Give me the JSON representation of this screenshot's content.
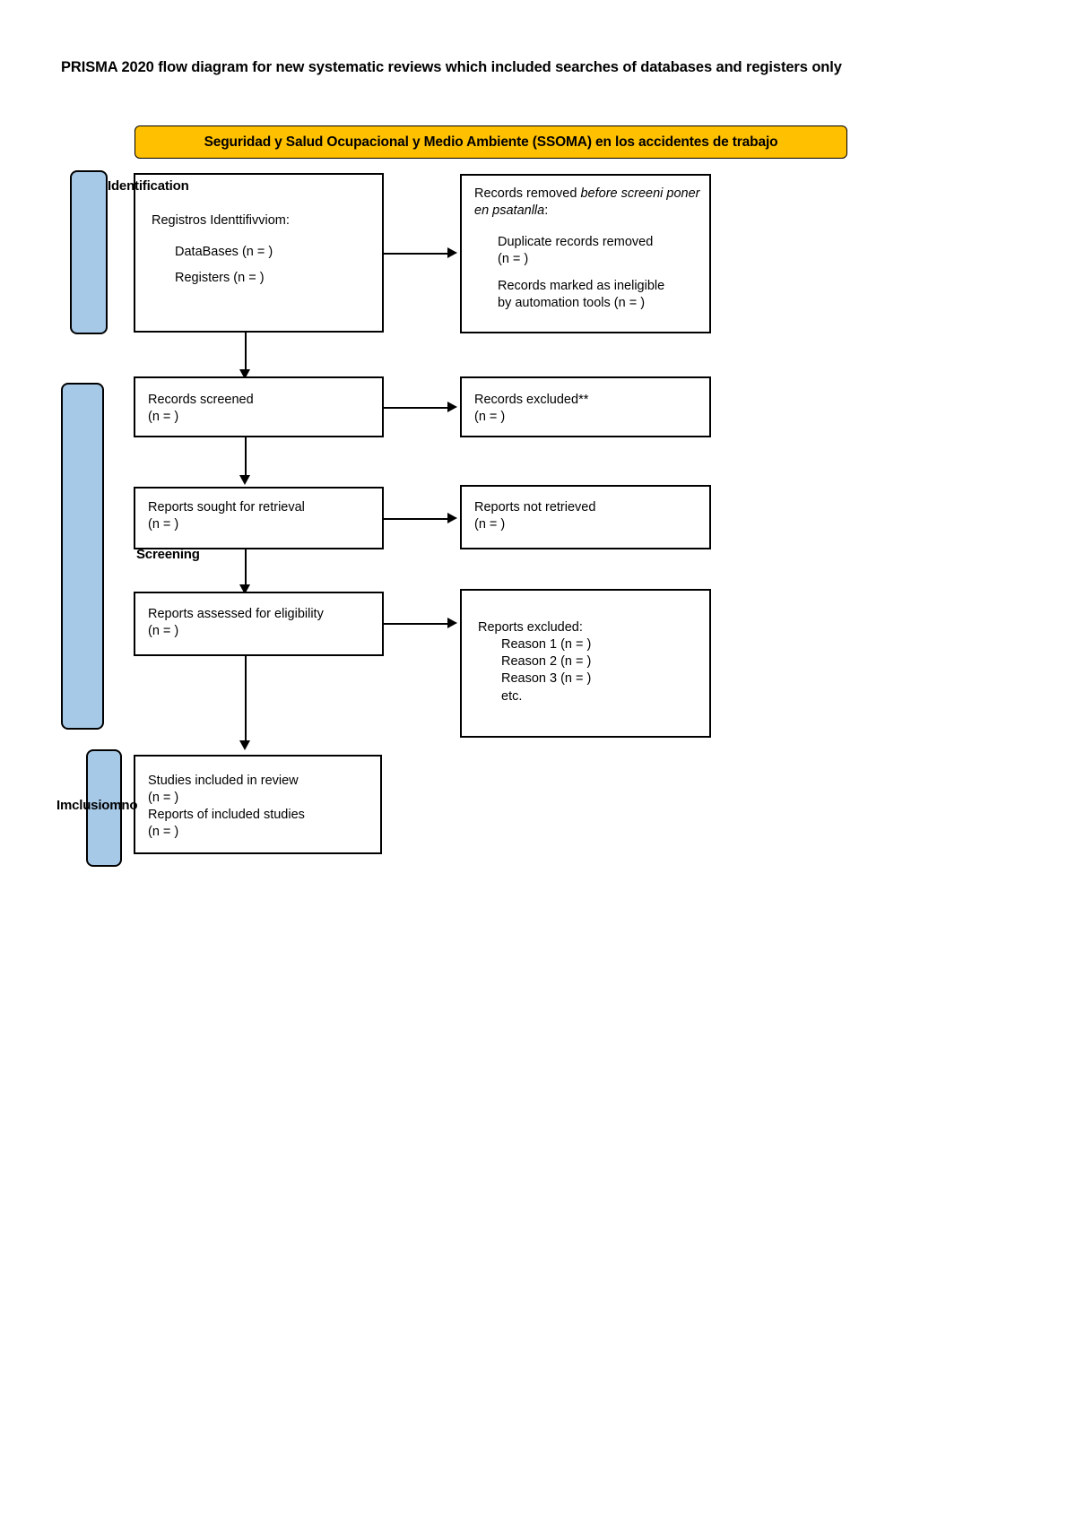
{
  "document": {
    "title": "PRISMA 2020 flow diagram for new systematic reviews which included searches of databases and registers only"
  },
  "banner": {
    "text": "Seguridad y Salud Ocupacional y Medio Ambiente (SSOMA) en los accidentes de trabajo",
    "fill_color": "#FFC000",
    "border_color": "#000000"
  },
  "stages": {
    "identification": "Identification",
    "screening": "Screening",
    "included": "Imclusiomno",
    "bar_color": "#A6C9E8"
  },
  "boxes": {
    "identification_main": {
      "line1": "Registros Identtifivviom:",
      "line2": "DataBases (n = )",
      "line3": "Registers (n = )"
    },
    "records_removed": {
      "heading_plain": "Records removed ",
      "heading_italic": "before screeni poner en psatanlla",
      "heading_colon": ":",
      "item1_line1": "Duplicate records removed",
      "item1_line2": "(n = )",
      "item2_line1": "Records marked as ineligible",
      "item2_line2": "by automation tools (n = )"
    },
    "records_screened": {
      "line1": "Records screened",
      "line2": "(n = )"
    },
    "records_excluded": {
      "line1": "Records excluded**",
      "line2": "(n = )"
    },
    "reports_sought": {
      "line1": "Reports sought for retrieval",
      "line2": "(n = )"
    },
    "reports_not_retrieved": {
      "line1": "Reports not retrieved",
      "line2": "(n = )"
    },
    "reports_assessed": {
      "line1": "Reports assessed for eligibility",
      "line2": "(n = )"
    },
    "reports_excluded": {
      "line1": "Reports excluded:",
      "line2": "Reason 1 (n = )",
      "line3": "Reason 2 (n = )",
      "line4": "Reason 3 (n = )",
      "line5": "etc."
    },
    "studies_included": {
      "line1": "Studies included in review",
      "line2": "(n = )",
      "line3": "Reports of included studies",
      "line4": "(n = )"
    }
  }
}
